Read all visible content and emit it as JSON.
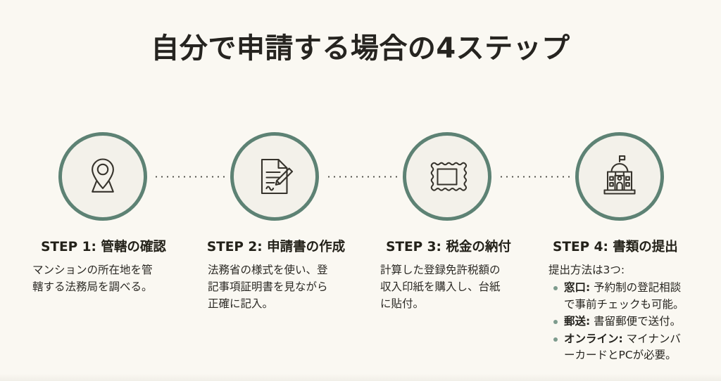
{
  "page": {
    "title": "自分で申請する場合の4ステップ",
    "background_color": "#faf8f2",
    "accent_color": "#5d8274",
    "text_color": "#26241f",
    "bullet_color": "#7d9b8d"
  },
  "steps": [
    {
      "icon": "map-pin-icon",
      "heading": "STEP 1: 管轄の確認",
      "body_lines": [
        "マンションの所在地を管",
        "轄する法務局を調べる。"
      ]
    },
    {
      "icon": "document-pencil-icon",
      "heading": "STEP 2: 申請書の作成",
      "body_lines": [
        "法務省の様式を使い、登",
        "記事項証明書を見ながら",
        "正確に記入。"
      ]
    },
    {
      "icon": "postage-stamp-icon",
      "heading": "STEP 3: 税金の納付",
      "body_lines": [
        "計算した登録免許税額の",
        "収入印紙を購入し、台紙",
        "に貼付。"
      ]
    },
    {
      "icon": "government-building-icon",
      "heading": "STEP 4: 書類の提出",
      "body_lines": [
        "提出方法は3つ:"
      ],
      "bullets": [
        {
          "label": "窓口:",
          "lines": [
            " 予約制の登記相談",
            "で事前チェックも可能。"
          ]
        },
        {
          "label": "郵送:",
          "lines": [
            " 書留郵便で送付。"
          ]
        },
        {
          "label": "オンライン:",
          "lines": [
            " マイナンバ",
            "ーカードとPCが必要。"
          ]
        }
      ]
    }
  ]
}
